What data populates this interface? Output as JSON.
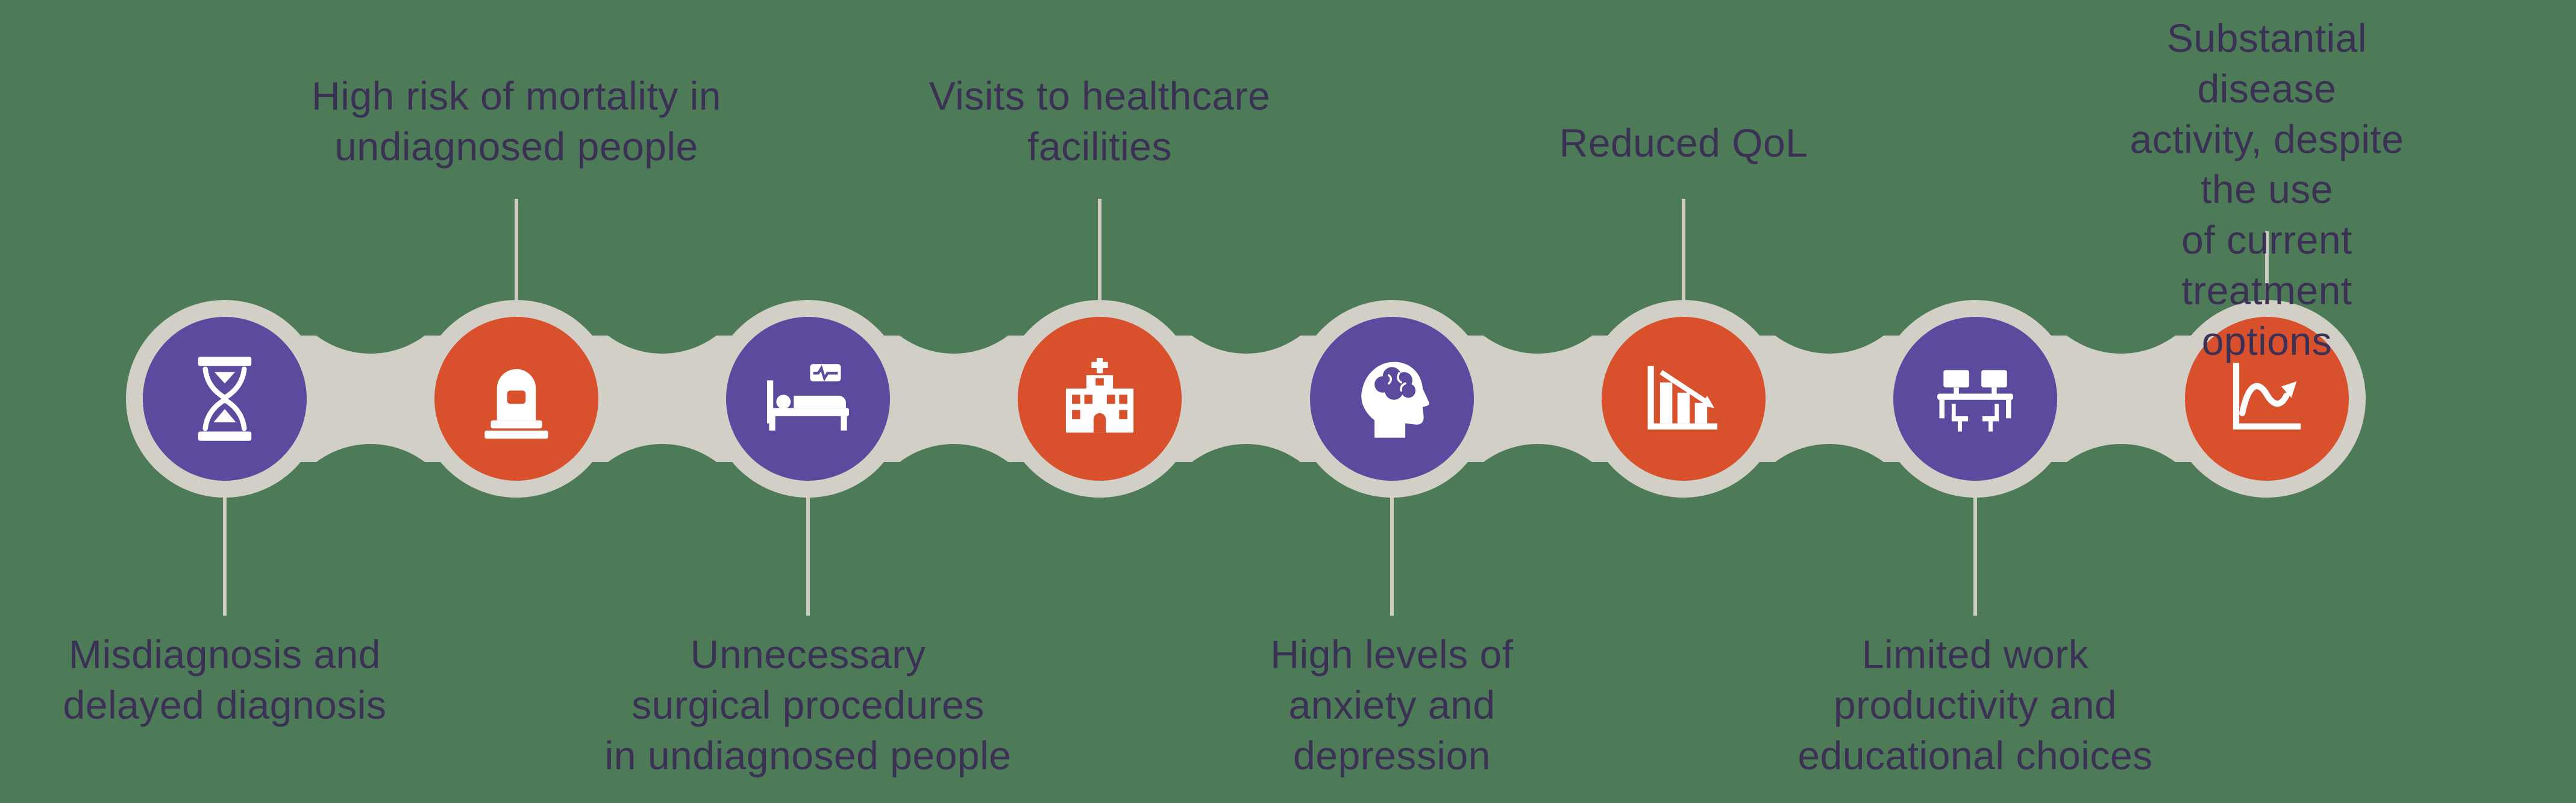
{
  "diagram": {
    "description": "Disease burden chain infographic with eight linked icon nodes",
    "colors": {
      "background": "#4d7b57",
      "node_purple": "#5b4a9e",
      "node_orange": "#d8512c",
      "chain_gray": "#d2cfc6",
      "connector_line": "#cfccc3",
      "text": "#3a3154",
      "icon": "#ffffff"
    },
    "nodes": [
      {
        "icon": "hourglass-icon",
        "color": "purple",
        "label_position": "below",
        "label": "Misdiagnosis and\ndelayed diagnosis"
      },
      {
        "icon": "tombstone-icon",
        "color": "orange",
        "label_position": "above",
        "label": "High risk of mortality in\nundiagnosed people"
      },
      {
        "icon": "patient-bed-icon",
        "color": "purple",
        "label_position": "below",
        "label": "Unnecessary\nsurgical procedures\nin undiagnosed people"
      },
      {
        "icon": "hospital-building-icon",
        "color": "orange",
        "label_position": "above",
        "label": "Visits to healthcare\nfacilities"
      },
      {
        "icon": "head-brain-icon",
        "color": "purple",
        "label_position": "below",
        "label": "High levels of\nanxiety and\ndepression"
      },
      {
        "icon": "declining-chart-icon",
        "color": "orange",
        "label_position": "above",
        "label": "Reduced QoL"
      },
      {
        "icon": "workstations-icon",
        "color": "purple",
        "label_position": "below",
        "label": "Limited work\nproductivity and\neducational choices"
      },
      {
        "icon": "trend-curve-icon",
        "color": "orange",
        "label_position": "above",
        "label": "Substantial disease\nactivity, despite the use\nof current treatment\noptions"
      }
    ]
  }
}
